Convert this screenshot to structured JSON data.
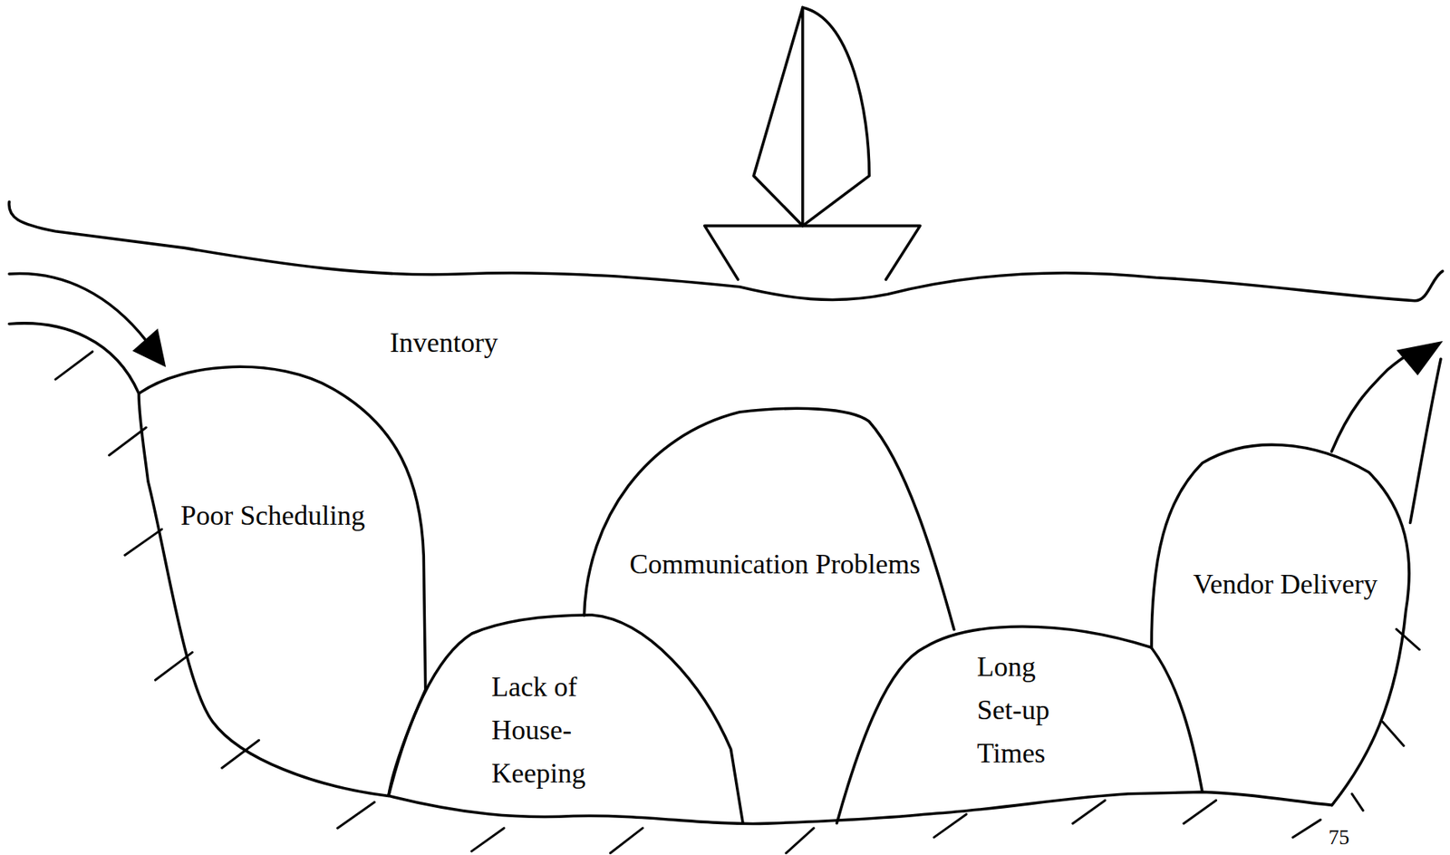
{
  "diagram": {
    "nodes": [
      {
        "text": [
          "Poor Scheduling"
        ]
      },
      {
        "text": [
          "Communication Problems"
        ]
      },
      {
        "text": [
          "Lack of House- Keeping"
        ]
      },
      {
        "text": [
          "Long Set-up Times"
        ]
      },
      {
        "text": [
          "Vendor Delivery"
        ]
      }
    ],
    "labels": [
      "Inventory",
      "75"
    ]
  }
}
